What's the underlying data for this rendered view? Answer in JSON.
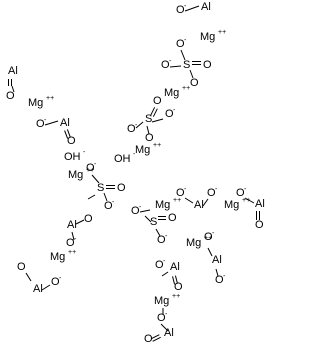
{
  "structure": {
    "labels": {
      "mg": "Mg",
      "mg_charge": "++",
      "al": "Al",
      "o": "O",
      "o_charge": "-",
      "oh": "OH",
      "oh_charge": "-",
      "s": "S"
    }
  }
}
